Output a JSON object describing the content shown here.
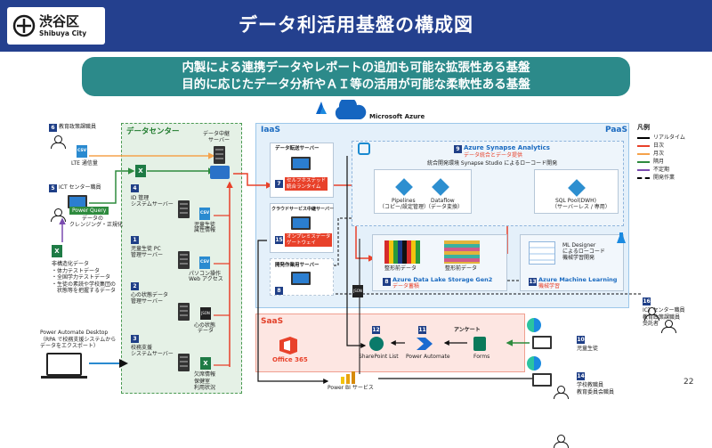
{
  "header": {
    "logo_ja": "渋谷区",
    "logo_en": "Shibuya City",
    "title": "データ利活用基盤の構成図"
  },
  "banner": {
    "line1": "内製による連携データやレポートの追加も可能な拡張性ある基盤",
    "line2": "目的に応じたデータ分析やＡＩ等の活用が可能な柔軟性ある基盤"
  },
  "legend": {
    "title": "凡例",
    "items": [
      {
        "label": "リアルタイム",
        "color": "#000000",
        "style": "solid"
      },
      {
        "label": "日次",
        "color": "#e8412a",
        "style": "solid"
      },
      {
        "label": "月次",
        "color": "#f5a24b",
        "style": "solid"
      },
      {
        "label": "隔月",
        "color": "#2e8b3e",
        "style": "solid"
      },
      {
        "label": "不定期",
        "color": "#7a4bb0",
        "style": "solid"
      },
      {
        "label": "開発作業",
        "color": "#000000",
        "style": "dashed"
      }
    ]
  },
  "left": {
    "n6": "6",
    "staff6": "教育政策課職員",
    "lte": "LTE 通信量",
    "n5": "5",
    "staff5": "ICT センター職員",
    "pq": "Power Query",
    "pq_desc1": "データの",
    "pq_desc2": "クレンジング・正規化",
    "nonstd": [
      "非構造化データ",
      "・体力テストデータ",
      "・全国学力テストデータ",
      "・生徒の素読や学校集団の",
      "　状態等を把握するデータ"
    ],
    "pad_title": "Power Automate Desktop",
    "pad_desc1": "（RPA で校務支援システムから",
    "pad_desc2": "データをエクスポート）"
  },
  "dc": {
    "title": "データセンター",
    "relay1": "データ中継",
    "relay2": "サーバー",
    "n4": "4",
    "id1": "ID 管理",
    "id2": "システムサーバー",
    "id_data1": "児童生徒",
    "id_data2": "属性情報",
    "n1": "1",
    "pc1": "児童生徒 PC",
    "pc2": "管理サーバー",
    "pc_data1": "パソコン操作",
    "pc_data2": "Web アクセス",
    "n2": "2",
    "mind1": "心の状態データ",
    "mind2": "管理サーバー",
    "mind_data1": "心の状態",
    "mind_data2": "データ",
    "n3": "3",
    "school1": "校務支援",
    "school2": "システムサーバー",
    "school_data": [
      "欠席情報",
      "保健室",
      "利用状況"
    ]
  },
  "azure": {
    "name": "Microsoft Azure",
    "iaas": "IaaS",
    "paas": "PaaS",
    "transfer_title": "データ転送サーバー",
    "n7": "7",
    "self_host1": "セルフホステッド",
    "self_host2": "統合ランタイム",
    "relay_title": "クラウドサービス中継サーバー",
    "n15": "15",
    "onprem1": "オンプレミスデータ",
    "onprem2": "ゲートウェイ",
    "dev_title": "開発作業用サーバー",
    "n8": "8",
    "n9": "9",
    "synapse": "Azure Synapse Analytics",
    "synapse_sub": "データ統合とデータ提供",
    "synapse_desc": "統合開発環境 Synapse Studio によるローコード開発",
    "pipelines": "Pipelines",
    "pipelines_sub": "（コピー/設定管理）",
    "dataflow": "Dataflow",
    "dataflow_sub": "（データ変換）",
    "sqlpool": "SQL Pool(DWH)",
    "sqlpool_sub": "（サーバーレス / 専用）",
    "raw": "整形前データ",
    "formatted": "整形前データ",
    "n8b": "8",
    "adls": "Azure Data Lake Storage Gen2",
    "adls_sub": "データ蓄積",
    "n13": "13",
    "aml": "Azure Machine Learning",
    "aml_sub": "機械学習",
    "mld1": "ML Designer",
    "mld2": "によるローコード",
    "mld3": "機械学習開発"
  },
  "saas": {
    "title": "SaaS",
    "o365": "Office 365",
    "n12": "12",
    "sharepoint": "SharePoint List",
    "n11": "11",
    "pa": "Power Automate",
    "survey": "アンケート",
    "forms": "Forms",
    "pbi": "Power BI サービス"
  },
  "right": {
    "n16": "16",
    "ict": [
      "ICT センター職員",
      "教育政策課職員",
      "受託者"
    ],
    "n10": "10",
    "student": "児童生徒",
    "n14": "14",
    "teacher": [
      "学校教職員",
      "教育委員会職員"
    ]
  },
  "page_number": "22",
  "colors": {
    "header_bg": "#24408e",
    "banner_bg": "#2c8a8a",
    "accent_red": "#e8412a",
    "dc_bg": "#e5f1e6",
    "azure_bg": "#e4f0fa",
    "saas_bg": "#fde6e2"
  }
}
